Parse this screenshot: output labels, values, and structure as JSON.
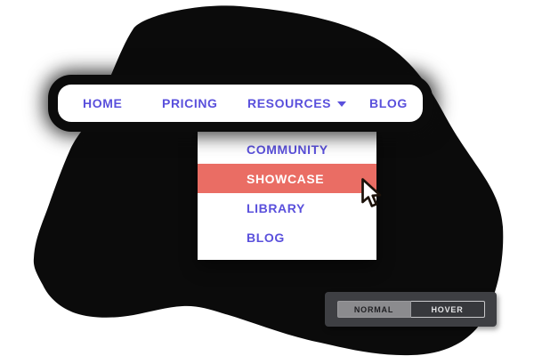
{
  "navbar": {
    "items": [
      {
        "label": "HOME"
      },
      {
        "label": "PRICING"
      },
      {
        "label": "RESOURCES",
        "has_dropdown": true
      },
      {
        "label": "BLOG"
      }
    ]
  },
  "dropdown": {
    "parent": "RESOURCES",
    "items": [
      {
        "label": "COMMUNITY",
        "state": "normal"
      },
      {
        "label": "SHOWCASE",
        "state": "hover"
      },
      {
        "label": "LIBRARY",
        "state": "normal"
      },
      {
        "label": "BLOG",
        "state": "normal"
      }
    ]
  },
  "state_toggle": {
    "options": [
      {
        "label": "NORMAL",
        "selected": true
      },
      {
        "label": "HOVER",
        "selected": false
      }
    ]
  },
  "colors": {
    "link_text": "#5a50dc",
    "hover_item_bg": "#ea6d64",
    "hover_item_text": "#ffffff",
    "panel_bg": "#ffffff",
    "blob": "#0b0b0b",
    "toggle_bg": "#3e3f43",
    "toggle_selected_bg": "#8b8b8e",
    "toggle_selected_text": "#1f1f22",
    "toggle_unselected_bg": "#37383c",
    "toggle_unselected_text": "#e4e4e6"
  }
}
